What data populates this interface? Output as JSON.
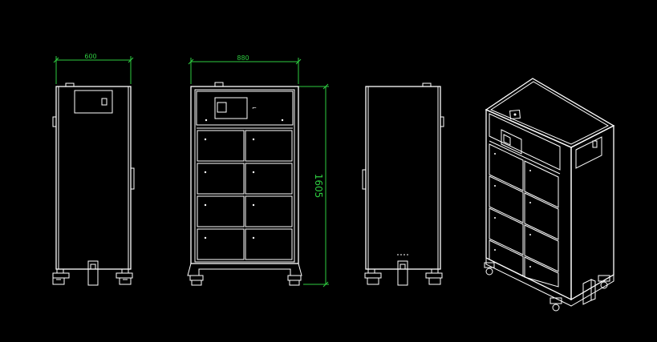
{
  "drawing": {
    "dimensions": {
      "side_width": "600",
      "front_width": "880",
      "height": "1605"
    },
    "colors": {
      "background": "#000000",
      "lines": "#ffffff",
      "dimension": "#2ecc40"
    }
  }
}
